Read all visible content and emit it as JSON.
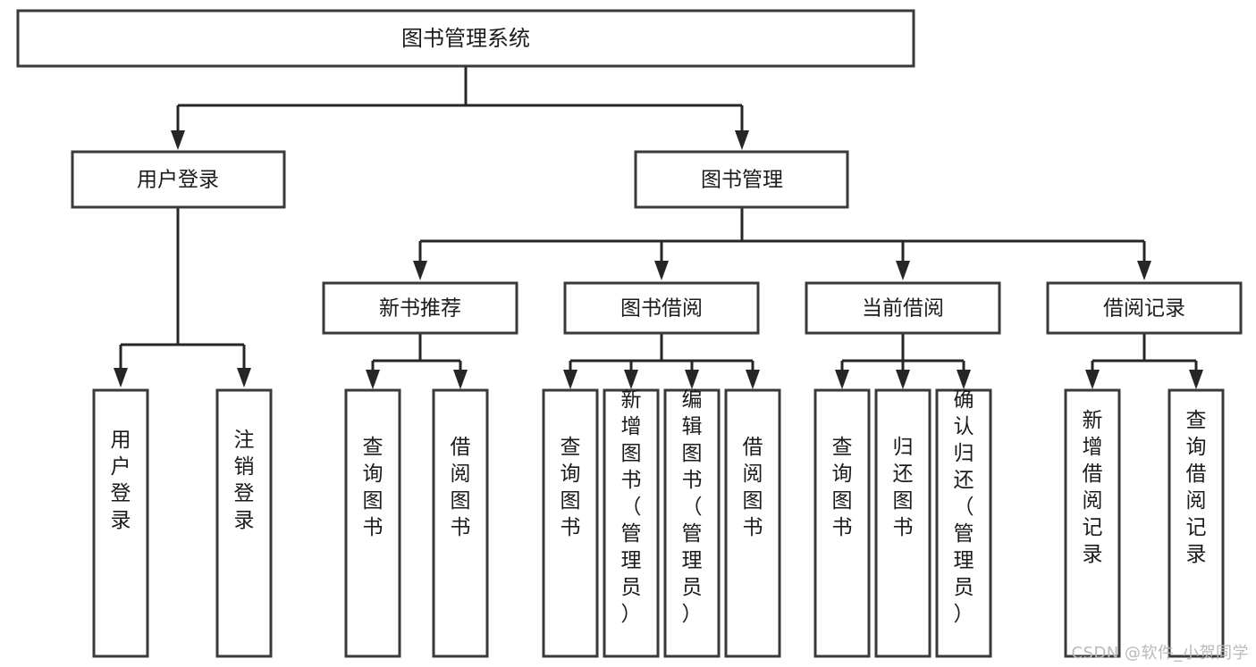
{
  "diagram": {
    "type": "tree",
    "title": "图书管理系统",
    "watermark": "CSDN @软件_小贺同学",
    "colors": {
      "box_fill": "#ffffff",
      "box_stroke": "#3a3a3a",
      "connector": "#262626",
      "text": "#1b1b1b",
      "watermark": "#b9b9b9",
      "background": "#ffffff"
    },
    "root": {
      "label": "图书管理系统"
    },
    "level2": [
      {
        "label": "用户登录"
      },
      {
        "label": "图书管理"
      }
    ],
    "level3": [
      {
        "label": "新书推荐"
      },
      {
        "label": "图书借阅"
      },
      {
        "label": "当前借阅"
      },
      {
        "label": "借阅记录"
      }
    ],
    "leaves": {
      "user_login": [
        {
          "label": "用户登录"
        },
        {
          "label": "注销登录"
        }
      ],
      "new_book_recommend": [
        {
          "label": "查询图书"
        },
        {
          "label": "借阅图书"
        }
      ],
      "book_borrow": [
        {
          "label": "查询图书"
        },
        {
          "label": "新增图书（管理员）"
        },
        {
          "label": "编辑图书（管理员）"
        },
        {
          "label": "借阅图书"
        }
      ],
      "current_borrow": [
        {
          "label": "查询图书"
        },
        {
          "label": "归还图书"
        },
        {
          "label": "确认归还（管理员）"
        }
      ],
      "borrow_record": [
        {
          "label": "新增借阅记录"
        },
        {
          "label": "查询借阅记录"
        }
      ]
    }
  }
}
